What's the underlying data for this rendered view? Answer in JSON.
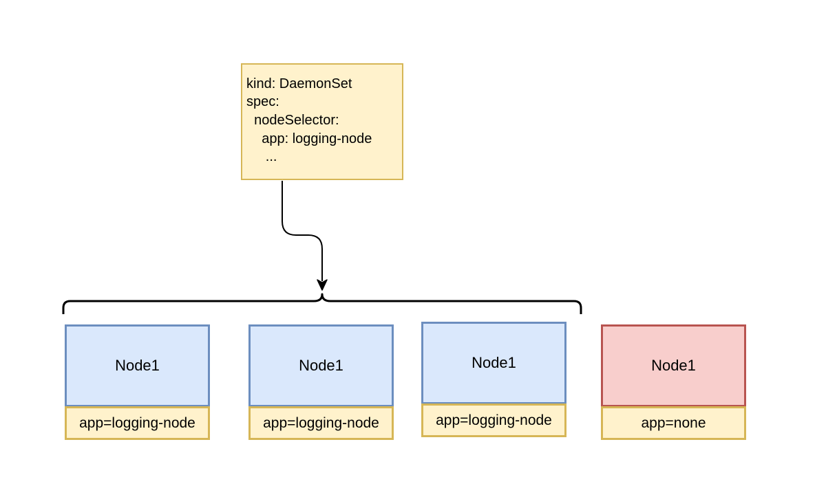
{
  "daemonset_spec": {
    "lines": [
      "kind: DaemonSet",
      "spec:",
      "  nodeSelector:",
      "    app: logging-node",
      "     ..."
    ]
  },
  "nodes": [
    {
      "name": "Node1",
      "label": "app=logging-node",
      "selected": true
    },
    {
      "name": "Node1",
      "label": "app=logging-node",
      "selected": true
    },
    {
      "name": "Node1",
      "label": "app=logging-node",
      "selected": true
    },
    {
      "name": "Node1",
      "label": "app=none",
      "selected": false
    }
  ],
  "colors": {
    "spec_fill": "#fff2cc",
    "spec_stroke": "#d6b656",
    "selected_node_fill": "#dae8fc",
    "selected_node_stroke": "#6c8ebf",
    "excluded_node_fill": "#f8cecc",
    "excluded_node_stroke": "#b85450",
    "label_fill": "#fff2cc",
    "label_stroke": "#d6b656"
  }
}
